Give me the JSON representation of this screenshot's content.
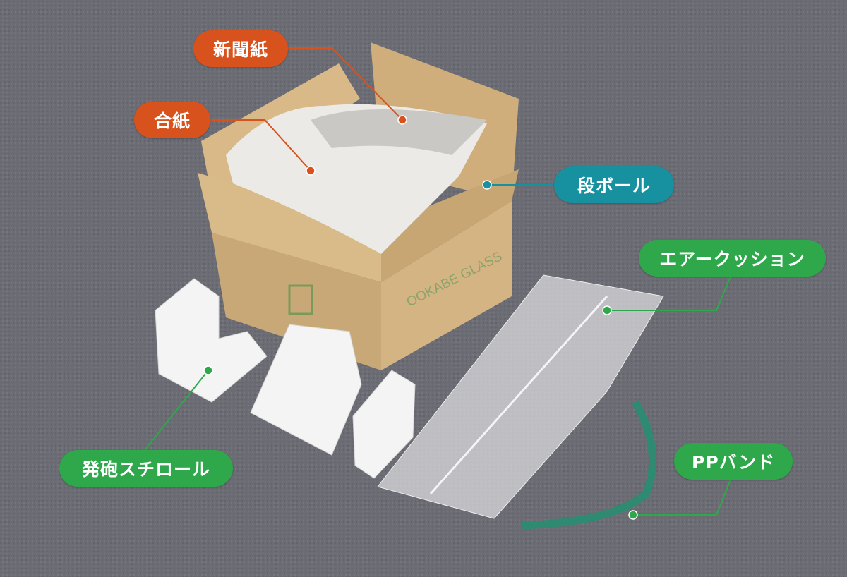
{
  "labels": {
    "newspaper": "新聞紙",
    "interleaf_paper": "合紙",
    "cardboard": "段ボール",
    "air_cushion": "エアークッション",
    "styrofoam": "発砲スチロール",
    "pp_band": "PPバンド"
  },
  "box_print": "OOKABE GLASS",
  "colors": {
    "paper_label": "#d8521d",
    "cardboard_label": "#17909f",
    "material_label": "#2ea84a",
    "background": "#6b6c74"
  }
}
